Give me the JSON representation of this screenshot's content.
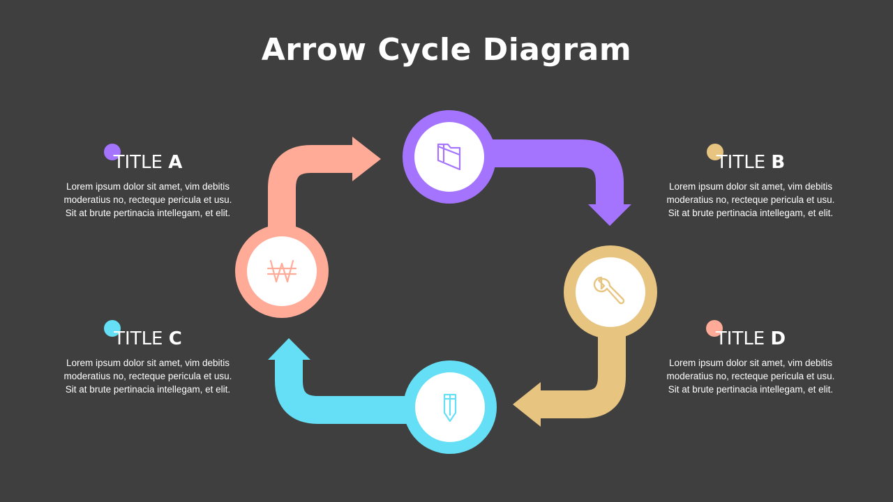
{
  "title": "Arrow Cycle Diagram",
  "colors": {
    "background": "#3f3f3f",
    "salmon": "#ffab98",
    "purple": "#a474ff",
    "gold": "#e7c47f",
    "cyan": "#65dff5"
  },
  "blocks": [
    {
      "id": "a",
      "prefix": "TITLE ",
      "letter": "A",
      "dot_color": "#a474ff",
      "lines": [
        "Lorem ipsum dolor sit amet, vim debitis",
        "moderatius no, recteque pericula et usu.",
        "Sit at brute pertinacia intellegam, et elit."
      ]
    },
    {
      "id": "b",
      "prefix": "TITLE ",
      "letter": "B",
      "dot_color": "#e7c47f",
      "lines": [
        "Lorem ipsum dolor sit amet, vim debitis",
        "moderatius no, recteque pericula et usu.",
        "Sit at brute pertinacia intellegam, et elit."
      ]
    },
    {
      "id": "c",
      "prefix": "TITLE ",
      "letter": "C",
      "dot_color": "#65dff5",
      "lines": [
        "Lorem ipsum dolor sit amet, vim debitis",
        "moderatius no, recteque pericula et usu.",
        "Sit at brute pertinacia intellegam, et elit."
      ]
    },
    {
      "id": "d",
      "prefix": "TITLE ",
      "letter": "D",
      "dot_color": "#ffab98",
      "lines": [
        "Lorem ipsum dolor sit amet, vim debitis",
        "moderatius no, recteque pericula et usu.",
        "Sit at brute pertinacia intellegam, et elit."
      ]
    }
  ],
  "nodes": [
    {
      "icon": "won-currency-icon",
      "color": "#ffab98"
    },
    {
      "icon": "folder-icon",
      "color": "#a474ff"
    },
    {
      "icon": "wrench-icon",
      "color": "#e7c47f"
    },
    {
      "icon": "pencil-icon",
      "color": "#65dff5"
    }
  ]
}
